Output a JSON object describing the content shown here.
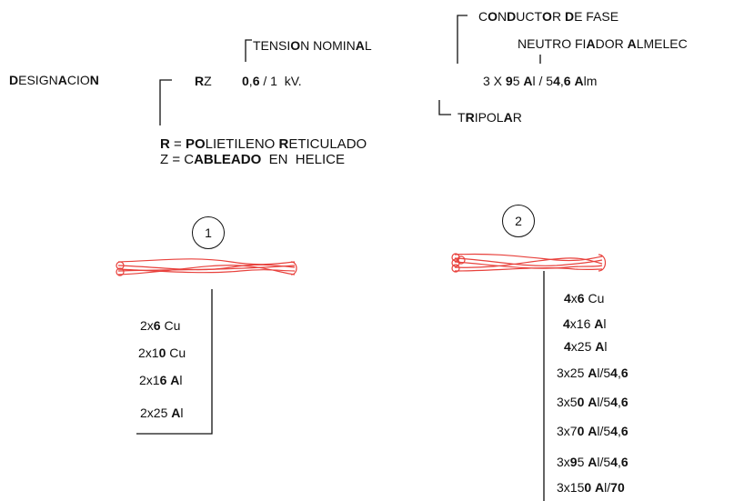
{
  "header": {
    "designacion": "DESIGNACION",
    "rz": "RZ",
    "voltage": "0,6 / 1  kV.",
    "spec": "3 X 95 Al / 54,6 Alm",
    "tension_nominal": "TENSION NOMINAL",
    "conductor_de_fase": "CONDUCTOR DE FASE",
    "neutro": "NEUTRO FIADOR ALMELEC",
    "tripolar": "TRIPOLAR"
  },
  "legend": {
    "r_line": "R = POLIETILENO RETICULADO",
    "z_line": "Z = CABLEADO  EN  HELICE"
  },
  "cable1": {
    "number": "1",
    "sizes": [
      "2x6 Cu",
      "2x10 Cu",
      "2x16 Al",
      "2x25 Al"
    ]
  },
  "cable2": {
    "number": "2",
    "sizes": [
      "4x6 Cu",
      "4x16 Al",
      "4x25 Al",
      "3x25 Al/54,6",
      "3x50 Al/54,6",
      "3x70 Al/54,6",
      "3x95 Al/54,6",
      "3x150 Al/70"
    ]
  },
  "colors": {
    "cable": "#e8413c",
    "line": "#111111"
  }
}
